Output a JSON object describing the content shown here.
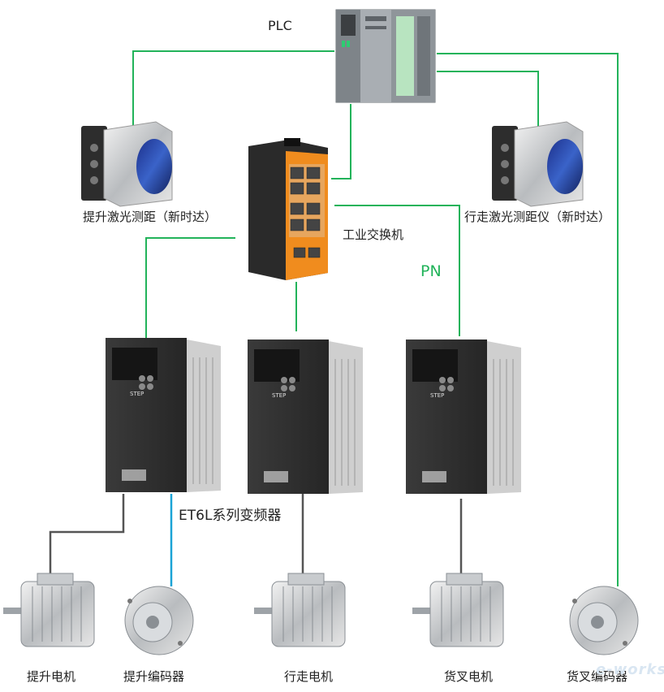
{
  "labels": {
    "plc": "PLC",
    "switch": "工业交换机",
    "pn": "PN",
    "laser_lift": "提升激光测距（新时达）",
    "laser_travel": "行走激光测距仪（新时达）",
    "vfd_series": "ET6L系列变频器",
    "motor_lift": "提升电机",
    "encoder_lift": "提升编码器",
    "motor_travel": "行走电机",
    "motor_fork": "货叉电机",
    "encoder_fork": "货叉编码器"
  },
  "vfd_brand": "STEP",
  "watermark": "e-works",
  "colors": {
    "profinet_line": "#22b35a",
    "power_line": "#555555",
    "encoder_line": "#1aa3d6",
    "device_dark": "#2b2b2b",
    "switch_orange": "#f08c1e"
  }
}
